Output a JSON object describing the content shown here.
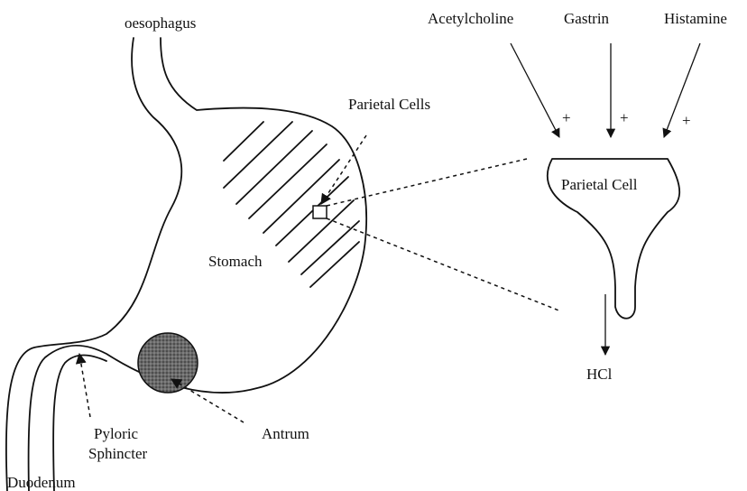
{
  "labels": {
    "oesophagus": "oesophagus",
    "parietal_cells": "Parietal Cells",
    "stomach": "Stomach",
    "antrum": "Antrum",
    "pyloric_line1": "Pyloric",
    "pyloric_line2": "Sphincter",
    "duodenum": "Duodenum",
    "parietal_cell": "Parietal Cell",
    "hcl": "HCl"
  },
  "stimulants": [
    {
      "name": "Acetylcholine",
      "sign": "+"
    },
    {
      "name": "Gastrin",
      "sign": "+"
    },
    {
      "name": "Histamine",
      "sign": "+"
    }
  ],
  "colors": {
    "ink": "#111111",
    "antrum_fill": "#555555"
  }
}
